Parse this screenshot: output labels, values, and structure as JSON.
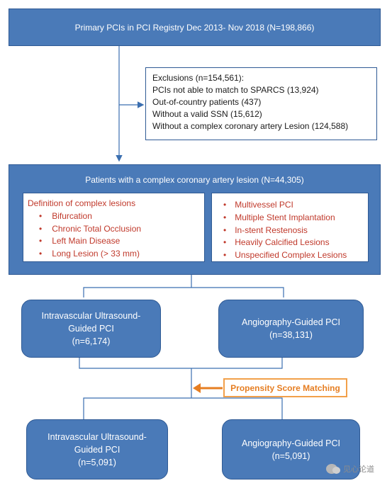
{
  "registry": {
    "title": "Primary  PCIs in PCI Registry  Dec 2013- Nov 2018  (N=198,866)"
  },
  "exclusions": {
    "lines": [
      "Exclusions  (n=154,561):",
      "PCIs not able to match to SPARCS (13,924)",
      "Out-of-country patients (437)",
      "Without  a valid  SSN (15,612)",
      "Without  a complex coronary artery Lesion (124,588)"
    ]
  },
  "complex": {
    "title": "Patients with a complex coronary artery lesion (N=44,305)",
    "definition_title": "Definition of complex lesions",
    "left_items": [
      "Bifurcation",
      "Chronic Total Occlusion",
      "Left Main Disease",
      "Long Lesion (> 33 mm)"
    ],
    "right_items": [
      "Multivessel PCI",
      "Multiple Stent Implantation",
      "In-stent Restenosis",
      "Heavily Calcified Lesions",
      "Unspecified Complex Lesions"
    ]
  },
  "groups_before": {
    "ivus": [
      "Intravascular Ultrasound-",
      "Guided PCI",
      "(n=6,174)"
    ],
    "angio": [
      "Angiography-Guided PCI",
      "(n=38,131)"
    ]
  },
  "matching": {
    "label": "Propensity Score Matching"
  },
  "groups_after": {
    "ivus": [
      "Intravascular Ultrasound-",
      "Guided PCI",
      "(n=5,091)"
    ],
    "angio": [
      "Angiography-Guided PCI",
      "(n=5,091)"
    ]
  },
  "watermark": {
    "text": "见心论道",
    "icon": "wechat-icon"
  },
  "colors": {
    "box_blue": "#4a7ab8",
    "border_blue": "#2f5a94",
    "definition_red": "#c0392b",
    "matching_orange": "#e67e22"
  }
}
